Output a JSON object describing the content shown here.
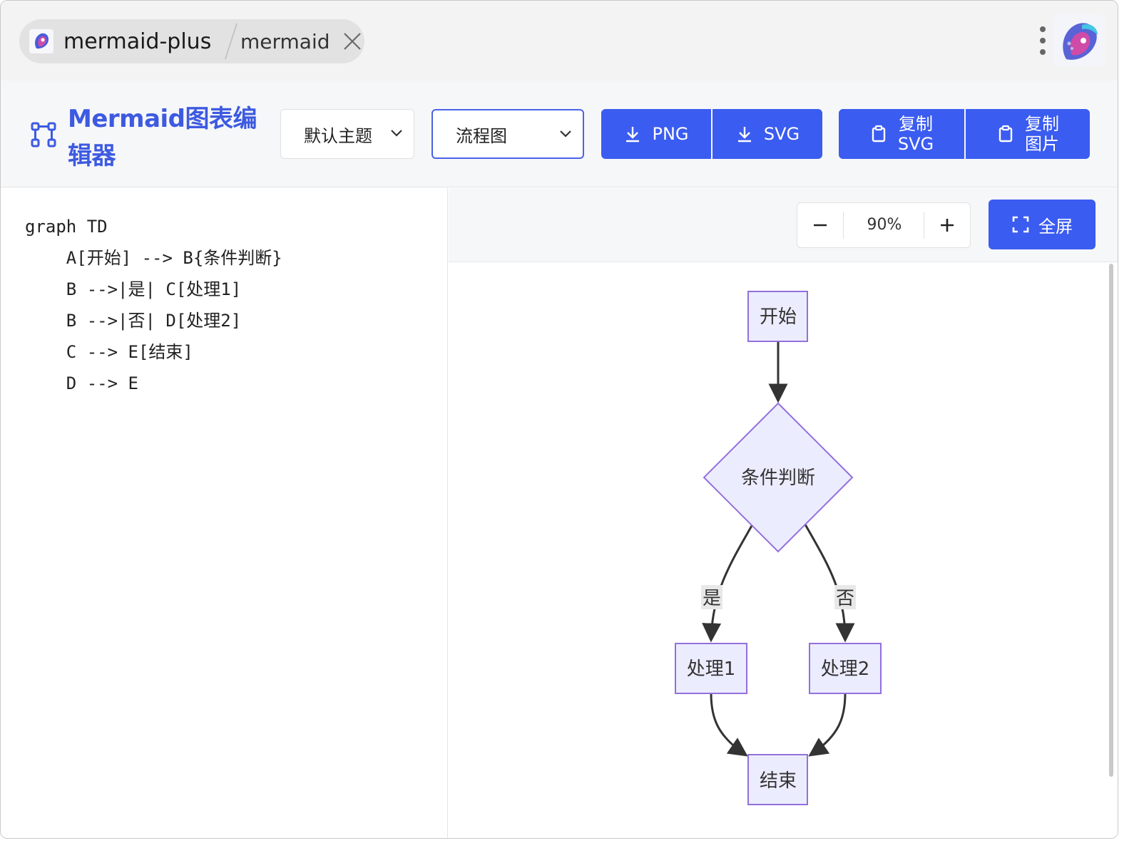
{
  "browser": {
    "tabs": [
      {
        "label": "mermaid-plus"
      },
      {
        "label": "mermaid"
      }
    ]
  },
  "toolbar": {
    "app_title": "Mermaid图表编辑器",
    "theme_select": {
      "value": "默认主题"
    },
    "chart_select": {
      "value": "流程图"
    },
    "download_png": "PNG",
    "download_svg": "SVG",
    "copy_svg": [
      "复制",
      "SVG"
    ],
    "copy_image": [
      "复制",
      "图片"
    ]
  },
  "editor": {
    "lines": [
      "graph TD",
      "    A[开始] --> B{条件判断}",
      "    B -->|是| C[处理1]",
      "    B -->|否| D[处理2]",
      "    C --> E[结束]",
      "    D --> E"
    ]
  },
  "preview": {
    "zoom_level": "90%",
    "fullscreen_label": "全屏",
    "diagram": {
      "nodes": {
        "A": "开始",
        "B": "条件判断",
        "C": "处理1",
        "D": "处理2",
        "E": "结束"
      },
      "edges": [
        {
          "from": "A",
          "to": "B",
          "label": ""
        },
        {
          "from": "B",
          "to": "C",
          "label": "是"
        },
        {
          "from": "B",
          "to": "D",
          "label": "否"
        },
        {
          "from": "C",
          "to": "E",
          "label": ""
        },
        {
          "from": "D",
          "to": "E",
          "label": ""
        }
      ]
    }
  },
  "colors": {
    "accent": "#3b5cf0",
    "node_fill": "#ececff",
    "node_stroke": "#9370db"
  }
}
